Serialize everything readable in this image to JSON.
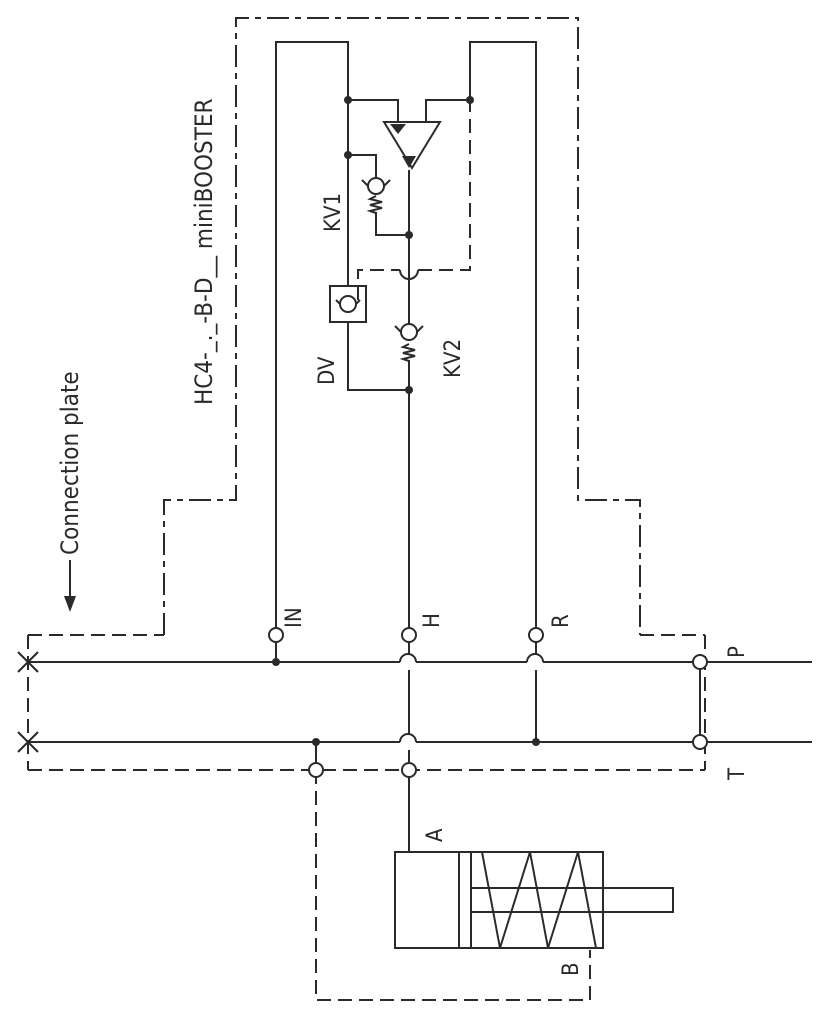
{
  "labels": {
    "connection_plate": "Connection plate",
    "booster_model": "HC4-_._-B-D__ miniBOOSTER",
    "kv1": "KV1",
    "kv2": "KV2",
    "dv": "DV",
    "port_in": "IN",
    "port_h": "H",
    "port_r": "R",
    "port_p": "P",
    "port_t": "T",
    "port_a": "A",
    "port_b": "B"
  }
}
